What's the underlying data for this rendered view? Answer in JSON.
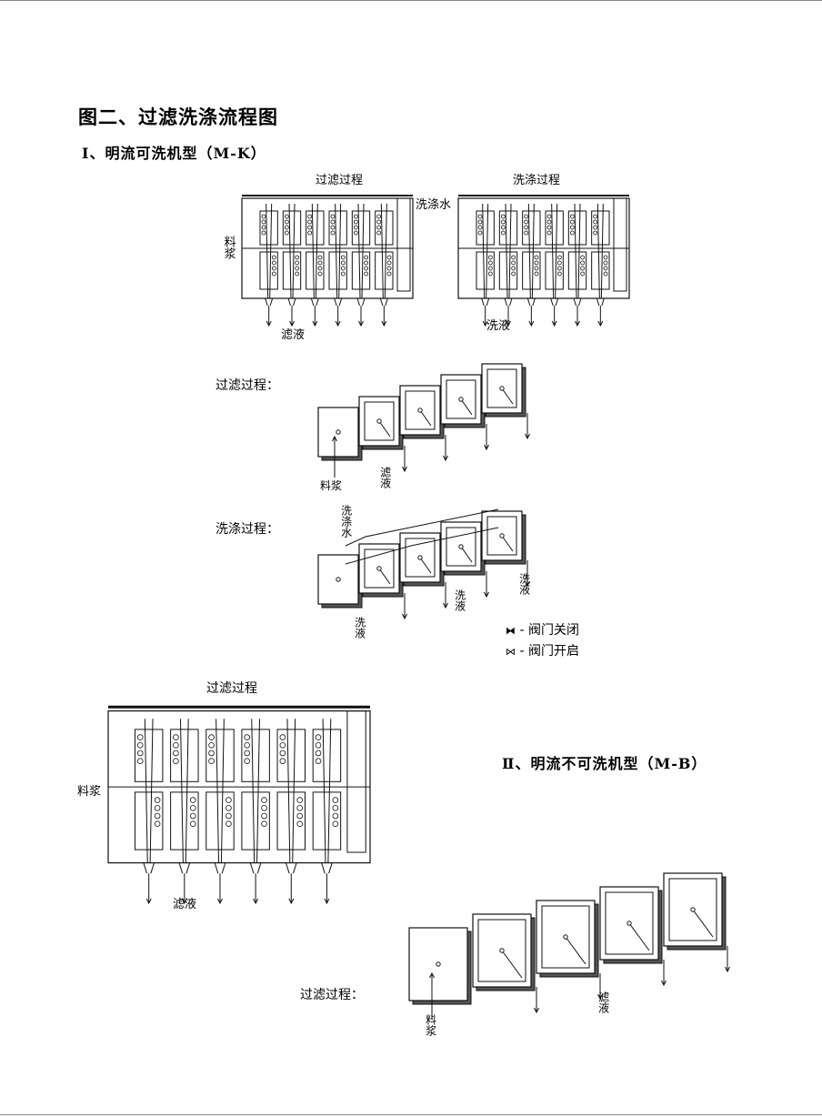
{
  "title": "图二、过滤洗涤流程图",
  "section1": {
    "heading": "Ⅰ、明流可洗机型（M-K）",
    "press_left": {
      "title": "过滤过程",
      "side_label": "料浆",
      "bottom_label": "滤液"
    },
    "press_right": {
      "title": "洗涤过程",
      "side_label": "洗涤水",
      "bottom_label": "洗液"
    },
    "filter_process": {
      "label": "过滤过程：",
      "slurry": "料浆",
      "filtrate": "滤液"
    },
    "wash_process": {
      "label": "洗涤过程：",
      "wash_water": "洗涤水",
      "wash_liquid_1": "洗液",
      "wash_liquid_2": "洗液",
      "wash_liquid_3": "洗液"
    },
    "legend": [
      {
        "symbol": "⧓",
        "label": "阀门关闭"
      },
      {
        "symbol": "⋈",
        "label": "阀门开启"
      }
    ]
  },
  "section2": {
    "heading": "Ⅱ、明流不可洗机型（M-B）",
    "press": {
      "title": "过滤过程",
      "side_label": "料浆",
      "bottom_label": "滤液"
    },
    "filter_process": {
      "label": "过滤过程：",
      "slurry": "料浆",
      "filtrate": "滤液"
    }
  }
}
